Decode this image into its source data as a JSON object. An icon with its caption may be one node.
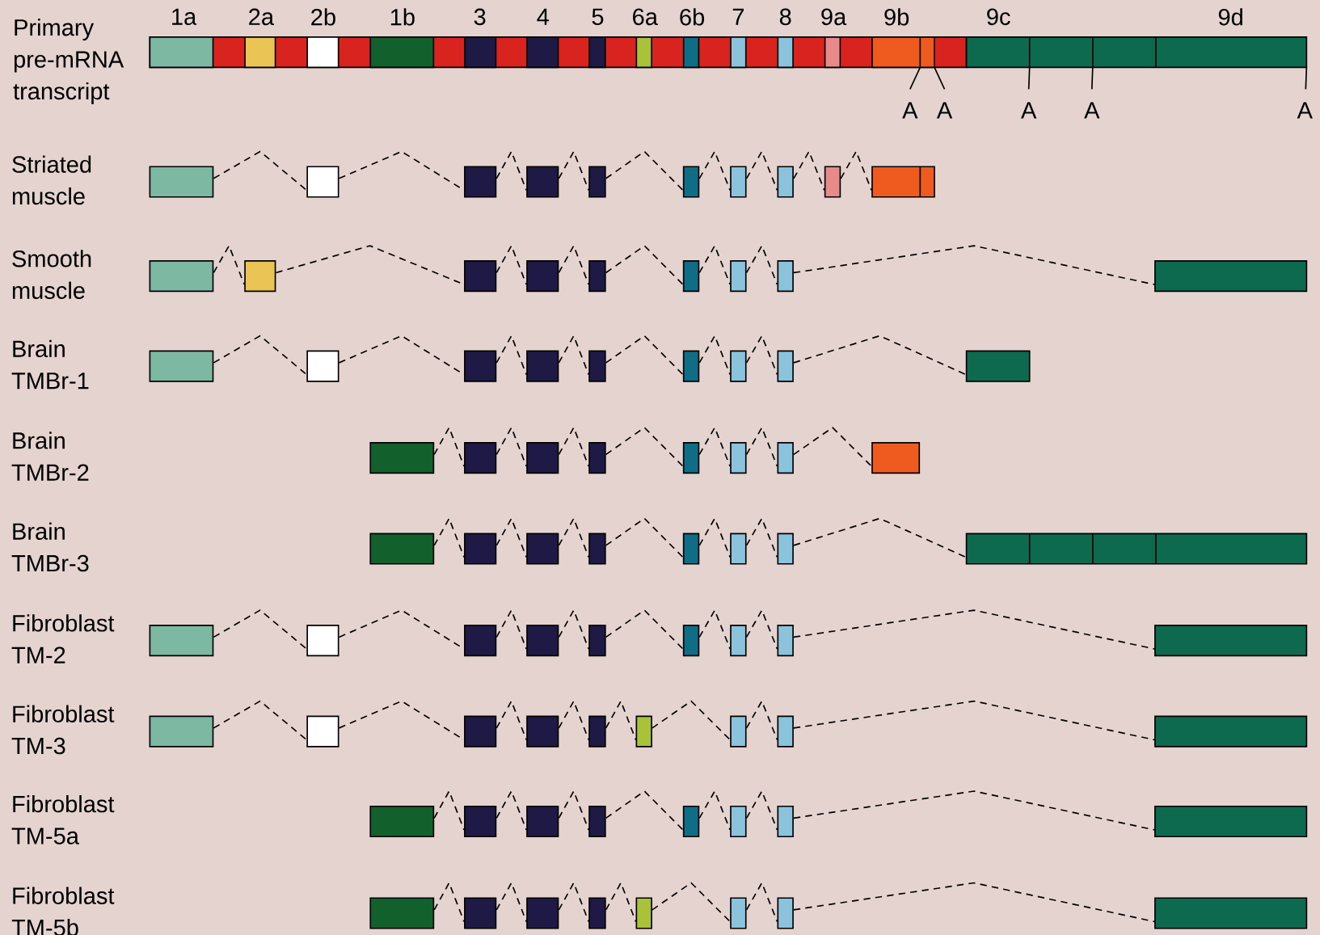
{
  "diagram": {
    "nodes": [
      {
        "text": [],
        "shape": "box"
      },
      {
        "text": [],
        "shape": "box"
      },
      {
        "text": [],
        "shape": "box"
      },
      {
        "text": [],
        "shape": "box"
      },
      {
        "text": [],
        "shape": "box"
      },
      {
        "text": [],
        "shape": "box"
      },
      {
        "text": [],
        "shape": "box"
      },
      {
        "text": [],
        "shape": "box"
      },
      {
        "text": [],
        "shape": "box"
      },
      {
        "text": [],
        "shape": "box"
      },
      {
        "text": [],
        "shape": "box"
      },
      {
        "text": [],
        "shape": "box"
      },
      {
        "text": [],
        "shape": "box"
      },
      {
        "text": [],
        "shape": "box"
      },
      {
        "text": [],
        "shape": "box"
      },
      {
        "text": [],
        "shape": "box"
      },
      {
        "text": [],
        "shape": "box"
      },
      {
        "text": [],
        "shape": "box"
      },
      {
        "text": [],
        "shape": "box"
      },
      {
        "text": [],
        "shape": "box"
      },
      {
        "text": [],
        "shape": "box"
      },
      {
        "text": [],
        "shape": "box"
      },
      {
        "text": [],
        "shape": "box"
      },
      {
        "text": [],
        "shape": "box"
      },
      {
        "text": [],
        "shape": "box"
      },
      {
        "text": [],
        "shape": "box"
      },
      {
        "text": [],
        "shape": "box"
      },
      {
        "text": [],
        "shape": "box"
      },
      {
        "text": [],
        "shape": "box"
      },
      {
        "text": [],
        "shape": "box"
      },
      {
        "text": [],
        "shape": "box"
      },
      {
        "text": [],
        "shape": "box"
      },
      {
        "text": [],
        "shape": "box"
      },
      {
        "text": [],
        "shape": "box"
      },
      {
        "text": [],
        "shape": "box"
      },
      {
        "text": [],
        "shape": "box"
      },
      {
        "text": [],
        "shape": "box"
      },
      {
        "text": [],
        "shape": "box"
      },
      {
        "text": [],
        "shape": "box"
      },
      {
        "text": [],
        "shape": "box"
      },
      {
        "text": [],
        "shape": "box"
      },
      {
        "text": [],
        "shape": "box"
      },
      {
        "text": [],
        "shape": "box"
      },
      {
        "text": [],
        "shape": "box"
      },
      {
        "text": [],
        "shape": "box"
      },
      {
        "text": [],
        "shape": "box"
      },
      {
        "text": [],
        "shape": "box"
      },
      {
        "text": [],
        "shape": "box"
      },
      {
        "text": [],
        "shape": "box"
      },
      {
        "text": [],
        "shape": "box"
      },
      {
        "text": [],
        "shape": "box"
      },
      {
        "text": [],
        "shape": "box"
      },
      {
        "text": [],
        "shape": "box"
      },
      {
        "text": [],
        "shape": "box"
      },
      {
        "text": [],
        "shape": "box"
      },
      {
        "text": [],
        "shape": "box"
      },
      {
        "text": [],
        "shape": "box"
      },
      {
        "text": [],
        "shape": "box"
      },
      {
        "text": [],
        "shape": "box"
      },
      {
        "text": [],
        "shape": "box"
      },
      {
        "text": [],
        "shape": "box"
      },
      {
        "text": [],
        "shape": "box"
      },
      {
        "text": [],
        "shape": "box"
      },
      {
        "text": [],
        "shape": "box"
      },
      {
        "text": [],
        "shape": "box"
      },
      {
        "text": [],
        "shape": "box"
      },
      {
        "text": [],
        "shape": "box"
      },
      {
        "text": [],
        "shape": "box"
      },
      {
        "text": [],
        "shape": "box"
      },
      {
        "text": [],
        "shape": "box"
      },
      {
        "text": [],
        "shape": "box"
      },
      {
        "text": [],
        "shape": "box"
      },
      {
        "text": [],
        "shape": "box"
      },
      {
        "text": [],
        "shape": "box"
      },
      {
        "text": [],
        "shape": "box"
      },
      {
        "text": [],
        "shape": "box"
      },
      {
        "text": [],
        "shape": "box"
      },
      {
        "text": [],
        "shape": "box"
      }
    ],
    "edges": [
      {
        "from": 0,
        "to": 1,
        "arrow": "none",
        "style": "dashed"
      },
      {
        "from": 1,
        "to": 2,
        "arrow": "none",
        "style": "dashed"
      },
      {
        "from": 2,
        "to": 3,
        "arrow": "none",
        "style": "dashed"
      },
      {
        "from": 3,
        "to": 4,
        "arrow": "none",
        "style": "dashed"
      },
      {
        "from": 4,
        "to": 5,
        "arrow": "none",
        "style": "dashed"
      },
      {
        "from": 5,
        "to": 6,
        "arrow": "none",
        "style": "dashed"
      },
      {
        "from": 6,
        "to": 7,
        "arrow": "none",
        "style": "dashed"
      },
      {
        "from": 7,
        "to": 8,
        "arrow": "none",
        "style": "dashed"
      },
      {
        "from": 8,
        "to": 9,
        "arrow": "none",
        "style": "dashed"
      },
      {
        "from": 10,
        "to": 11,
        "arrow": "none",
        "style": "dashed"
      },
      {
        "from": 11,
        "to": 12,
        "arrow": "none",
        "style": "dashed"
      },
      {
        "from": 12,
        "to": 13,
        "arrow": "none",
        "style": "dashed"
      },
      {
        "from": 13,
        "to": 14,
        "arrow": "none",
        "style": "dashed"
      },
      {
        "from": 14,
        "to": 15,
        "arrow": "none",
        "style": "dashed"
      },
      {
        "from": 15,
        "to": 16,
        "arrow": "none",
        "style": "dashed"
      },
      {
        "from": 16,
        "to": 17,
        "arrow": "none",
        "style": "dashed"
      },
      {
        "from": 17,
        "to": 18,
        "arrow": "none",
        "style": "dashed"
      },
      {
        "from": 19,
        "to": 20,
        "arrow": "none",
        "style": "dashed"
      },
      {
        "from": 20,
        "to": 21,
        "arrow": "none",
        "style": "dashed"
      },
      {
        "from": 21,
        "to": 22,
        "arrow": "none",
        "style": "dashed"
      },
      {
        "from": 22,
        "to": 23,
        "arrow": "none",
        "style": "dashed"
      },
      {
        "from": 23,
        "to": 24,
        "arrow": "none",
        "style": "dashed"
      },
      {
        "from": 24,
        "to": 25,
        "arrow": "none",
        "style": "dashed"
      },
      {
        "from": 25,
        "to": 26,
        "arrow": "none",
        "style": "dashed"
      },
      {
        "from": 26,
        "to": 27,
        "arrow": "none",
        "style": "dashed"
      },
      {
        "from": 28,
        "to": 29,
        "arrow": "none",
        "style": "dashed"
      },
      {
        "from": 29,
        "to": 30,
        "arrow": "none",
        "style": "dashed"
      },
      {
        "from": 30,
        "to": 31,
        "arrow": "none",
        "style": "dashed"
      },
      {
        "from": 31,
        "to": 32,
        "arrow": "none",
        "style": "dashed"
      },
      {
        "from": 32,
        "to": 33,
        "arrow": "none",
        "style": "dashed"
      },
      {
        "from": 33,
        "to": 34,
        "arrow": "none",
        "style": "dashed"
      },
      {
        "from": 34,
        "to": 35,
        "arrow": "none",
        "style": "dashed"
      },
      {
        "from": 36,
        "to": 37,
        "arrow": "none",
        "style": "dashed"
      },
      {
        "from": 37,
        "to": 38,
        "arrow": "none",
        "style": "dashed"
      },
      {
        "from": 38,
        "to": 39,
        "arrow": "none",
        "style": "dashed"
      },
      {
        "from": 39,
        "to": 40,
        "arrow": "none",
        "style": "dashed"
      },
      {
        "from": 40,
        "to": 41,
        "arrow": "none",
        "style": "dashed"
      },
      {
        "from": 41,
        "to": 42,
        "arrow": "none",
        "style": "dashed"
      },
      {
        "from": 42,
        "to": 43,
        "arrow": "none",
        "style": "dashed"
      },
      {
        "from": 44,
        "to": 45,
        "arrow": "none",
        "style": "dashed"
      },
      {
        "from": 45,
        "to": 46,
        "arrow": "none",
        "style": "dashed"
      },
      {
        "from": 46,
        "to": 47,
        "arrow": "none",
        "style": "dashed"
      },
      {
        "from": 47,
        "to": 48,
        "arrow": "none",
        "style": "dashed"
      },
      {
        "from": 48,
        "to": 49,
        "arrow": "none",
        "style": "dashed"
      },
      {
        "from": 49,
        "to": 50,
        "arrow": "none",
        "style": "dashed"
      },
      {
        "from": 50,
        "to": 51,
        "arrow": "none",
        "style": "dashed"
      },
      {
        "from": 51,
        "to": 52,
        "arrow": "none",
        "style": "dashed"
      },
      {
        "from": 53,
        "to": 54,
        "arrow": "none",
        "style": "dashed"
      },
      {
        "from": 54,
        "to": 55,
        "arrow": "none",
        "style": "dashed"
      },
      {
        "from": 55,
        "to": 56,
        "arrow": "none",
        "style": "dashed"
      },
      {
        "from": 56,
        "to": 57,
        "arrow": "none",
        "style": "dashed"
      },
      {
        "from": 57,
        "to": 58,
        "arrow": "none",
        "style": "dashed"
      },
      {
        "from": 58,
        "to": 59,
        "arrow": "none",
        "style": "dashed"
      },
      {
        "from": 59,
        "to": 60,
        "arrow": "none",
        "style": "dashed"
      },
      {
        "from": 60,
        "to": 61,
        "arrow": "none",
        "style": "dashed"
      },
      {
        "from": 62,
        "to": 63,
        "arrow": "none",
        "style": "dashed"
      },
      {
        "from": 63,
        "to": 64,
        "arrow": "none",
        "style": "dashed"
      },
      {
        "from": 64,
        "to": 65,
        "arrow": "none",
        "style": "dashed"
      },
      {
        "from": 65,
        "to": 66,
        "arrow": "none",
        "style": "dashed"
      },
      {
        "from": 66,
        "to": 67,
        "arrow": "none",
        "style": "dashed"
      },
      {
        "from": 67,
        "to": 68,
        "arrow": "none",
        "style": "dashed"
      },
      {
        "from": 68,
        "to": 69,
        "arrow": "none",
        "style": "dashed"
      },
      {
        "from": 70,
        "to": 71,
        "arrow": "none",
        "style": "dashed"
      },
      {
        "from": 71,
        "to": 72,
        "arrow": "none",
        "style": "dashed"
      },
      {
        "from": 72,
        "to": 73,
        "arrow": "none",
        "style": "dashed"
      },
      {
        "from": 73,
        "to": 74,
        "arrow": "none",
        "style": "dashed"
      },
      {
        "from": 74,
        "to": 75,
        "arrow": "none",
        "style": "dashed"
      },
      {
        "from": 75,
        "to": 76,
        "arrow": "none",
        "style": "dashed"
      },
      {
        "from": 76,
        "to": 77,
        "arrow": "none",
        "style": "dashed"
      }
    ],
    "labels": [
      "Primary pre-mRNA transcript",
      "1a",
      "2a",
      "2b",
      "1b",
      "3",
      "4",
      "5",
      "6a",
      "6b",
      "7",
      "8",
      "9a",
      "9b",
      "9c",
      "9d",
      "A",
      "A",
      "A",
      "A",
      "A",
      "Striated muscle",
      "Smooth muscle",
      "Brain TMBr-1",
      "Brain TMBr-2",
      "Brain TMBr-3",
      "Fibroblast TM-2",
      "Fibroblast TM-3",
      "Fibroblast TM-5a",
      "Fibroblast TM-5b"
    ]
  }
}
